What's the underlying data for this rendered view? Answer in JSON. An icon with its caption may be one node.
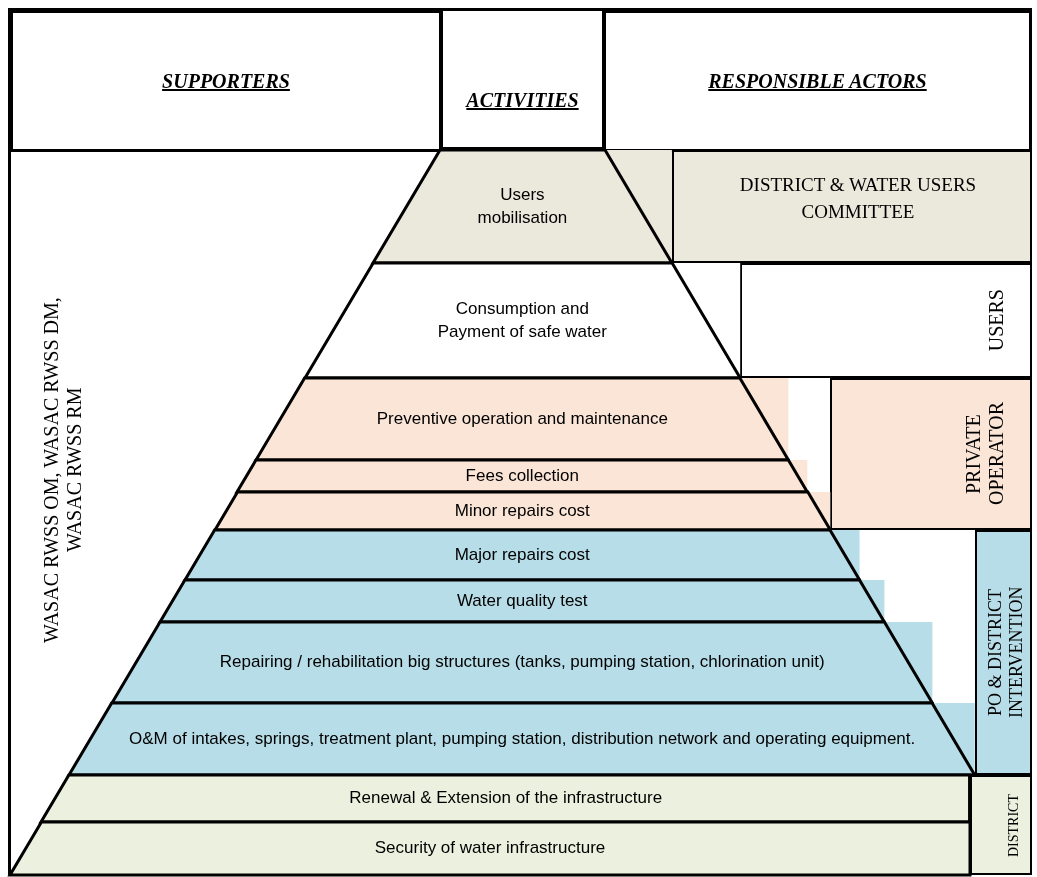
{
  "diagram": {
    "nodes": [
      {
        "text": [
          "SUPPORTERS"
        ]
      },
      {
        "text": [
          "ACTIVITIES"
        ]
      },
      {
        "text": [
          "RESPONSIBLE ACTORS"
        ]
      },
      {
        "text": [
          "WASAC RWSS OM, WASAC RWSS DM, WASAC RWSS RM"
        ]
      },
      {
        "text": [
          "Users mobilisation"
        ]
      },
      {
        "text": [
          "Consumption and Payment of safe water"
        ]
      },
      {
        "text": [
          "Preventive operation and maintenance"
        ]
      },
      {
        "text": [
          "Fees collection"
        ]
      },
      {
        "text": [
          "Minor repairs cost"
        ]
      },
      {
        "text": [
          "Major repairs cost"
        ]
      },
      {
        "text": [
          "Water quality test"
        ]
      },
      {
        "text": [
          "Repairing / rehabilitation big structures (tanks, pumping station, chlorination unit)"
        ]
      },
      {
        "text": [
          "O&M of intakes, springs, treatment plant, pumping station, distribution network and operating equipment."
        ]
      },
      {
        "text": [
          "Renewal & Extension of the infrastructure"
        ]
      },
      {
        "text": [
          "Security of water infrastructure"
        ]
      },
      {
        "text": [
          "DISTRICT & WATER USERS COMMITTEE"
        ]
      },
      {
        "text": [
          "USERS"
        ]
      },
      {
        "text": [
          "PRIVATE OPERATOR"
        ]
      },
      {
        "text": [
          "PO & DISTRICT INTERVENTION"
        ]
      },
      {
        "text": [
          "DISTRICT"
        ]
      }
    ]
  }
}
